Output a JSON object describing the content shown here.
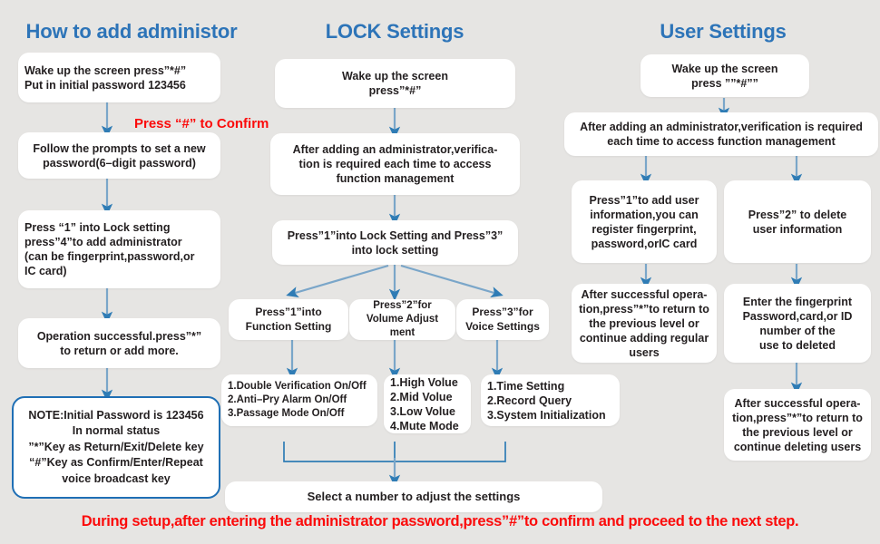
{
  "page": {
    "background_color": "#e6e5e3",
    "title_color": "#2d74b8",
    "arrow_color": "#7aa6c9",
    "accent_red": "#fb0b0b",
    "note_border_color": "#1f6fb5"
  },
  "columns": {
    "left": {
      "title": "How to add administor",
      "nodes": [
        {
          "id": "l1",
          "text": "Wake up the screen press”*#”\nPut in initial password 123456"
        },
        {
          "id": "l2",
          "text": "Follow the  prompts to set a new\npassword(6–digit password)"
        },
        {
          "id": "l3",
          "text": "Press  “1” into Lock setting\npress”4”to add administrator\n(can be fingerprint,password,or\nIC card)"
        },
        {
          "id": "l4",
          "text": "Operation successful.press”*”\nto return or add more."
        }
      ],
      "edge_label": "Press “#” to Confirm",
      "note": "NOTE:Initial Password is 123456\nIn normal status\n”*”Key as Return/Exit/Delete  key\n“#”Key as Confirm/Enter/Repeat\nvoice broadcast key"
    },
    "middle": {
      "title": "LOCK  Settings",
      "nodes": [
        {
          "id": "m1",
          "text": "Wake up the screen\npress”*#”"
        },
        {
          "id": "m2",
          "text": "After adding an administrator,verifica-\ntion is required each time to  access\nfunction management"
        },
        {
          "id": "m3",
          "text": "Press”1”into Lock Setting and Press”3”\ninto lock setting"
        },
        {
          "id": "m4a",
          "text": "Press”1”into\nFunction Setting"
        },
        {
          "id": "m4b",
          "text": "Press”2”for\nVolume Adjust ment"
        },
        {
          "id": "m4c",
          "text": "Press”3”for\nVoice Settings"
        },
        {
          "id": "m5a",
          "text": "1.Double Verification On/Off\n 2.Anti–Pry Alarm On/Off\n 3.Passage Mode On/Off"
        },
        {
          "id": "m5b",
          "text": "1.High Volue\n2.Mid Volue\n3.Low Volue\n4.Mute Mode"
        },
        {
          "id": "m5c",
          "text": "1.Time Setting\n2.Record Query\n3.System Initialization"
        },
        {
          "id": "m6",
          "text": "Select a number to adjust the settings"
        }
      ]
    },
    "right": {
      "title": "User Settings",
      "nodes": [
        {
          "id": "r1",
          "text": "Wake up the screen\npress ””*#””"
        },
        {
          "id": "r2",
          "text": "After adding an administrator,verification is required\neach  time to access  function management"
        },
        {
          "id": "r3a",
          "text": "Press”1”to add user\ninformation,you can\nregister fingerprint,\npassword,orIC card"
        },
        {
          "id": "r3b",
          "text": "Press”2” to delete\nuser information"
        },
        {
          "id": "r4a",
          "text": "After successful opera-\ntion,press”*”to return to\nthe previous level or\ncontinue adding regular\nusers"
        },
        {
          "id": "r4b",
          "text": "Enter the fingerprint\nPassword,card,or ID\nnumber of the\nuse to deleted"
        },
        {
          "id": "r5b",
          "text": "After successful opera-\ntion,press”*”to return to\nthe previous level or\ncontinue deleting users"
        }
      ]
    }
  },
  "footer": {
    "text": "During setup,after entering the  administrator password,press”#”to confirm and proceed to the next step."
  }
}
